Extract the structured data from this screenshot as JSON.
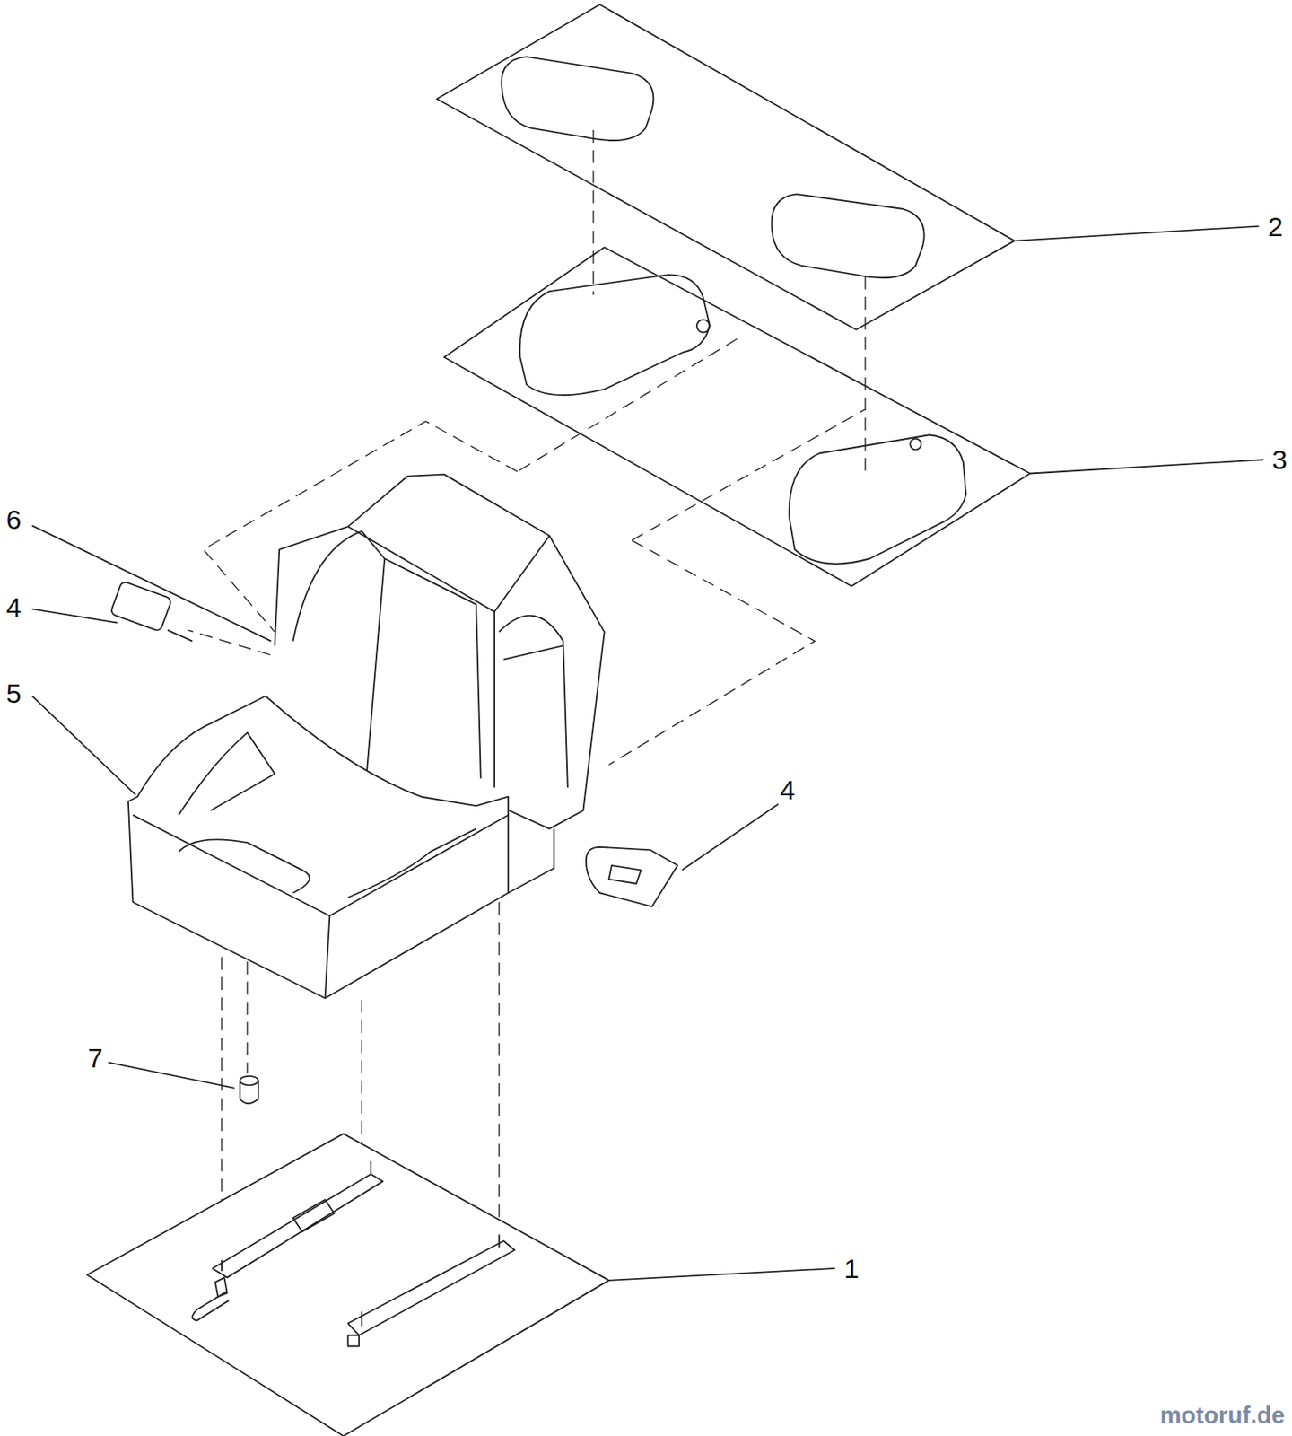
{
  "diagram": {
    "labels": [
      "2",
      "3",
      "6",
      "4",
      "5",
      "4",
      "7",
      "1",
      "motoruf.de"
    ]
  }
}
